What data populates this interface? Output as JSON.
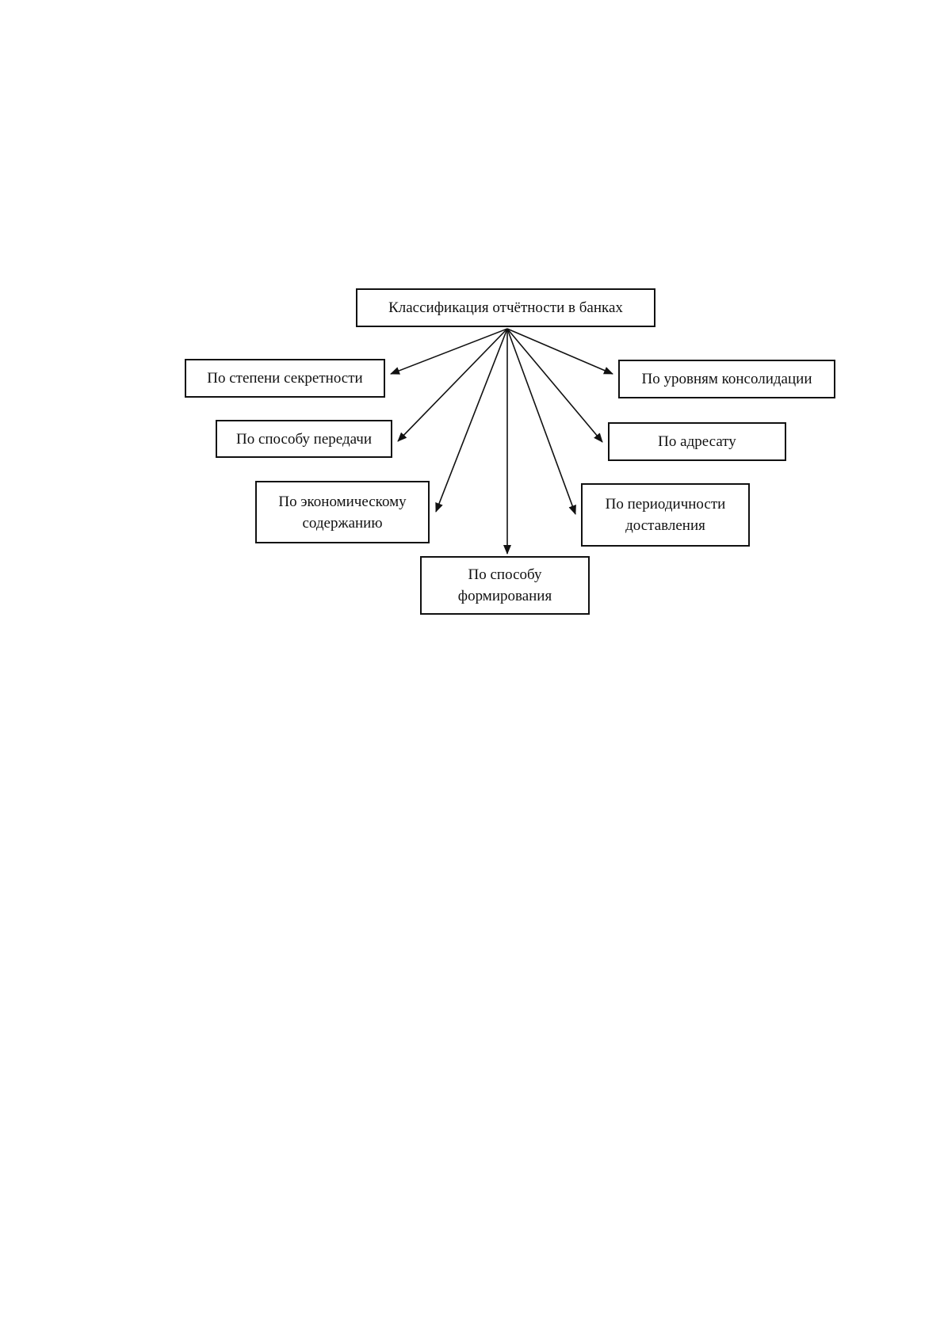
{
  "diagram": {
    "root": {
      "label": "Классификация отчётности в банках"
    },
    "children": [
      {
        "key": "secrecy",
        "label": "По степени секретности"
      },
      {
        "key": "transfer",
        "label": "По способу передачи"
      },
      {
        "key": "economic",
        "label": "По экономическому\nсодержанию"
      },
      {
        "key": "formation",
        "label": "По способу\nформирования"
      },
      {
        "key": "periodicity",
        "label": "По периодичности\nдоставления"
      },
      {
        "key": "addressee",
        "label": "По адресату"
      },
      {
        "key": "consolidation",
        "label": "По уровням консолидации"
      }
    ],
    "colors": {
      "line": "#111111",
      "box_border": "#111111",
      "background": "#ffffff"
    }
  }
}
